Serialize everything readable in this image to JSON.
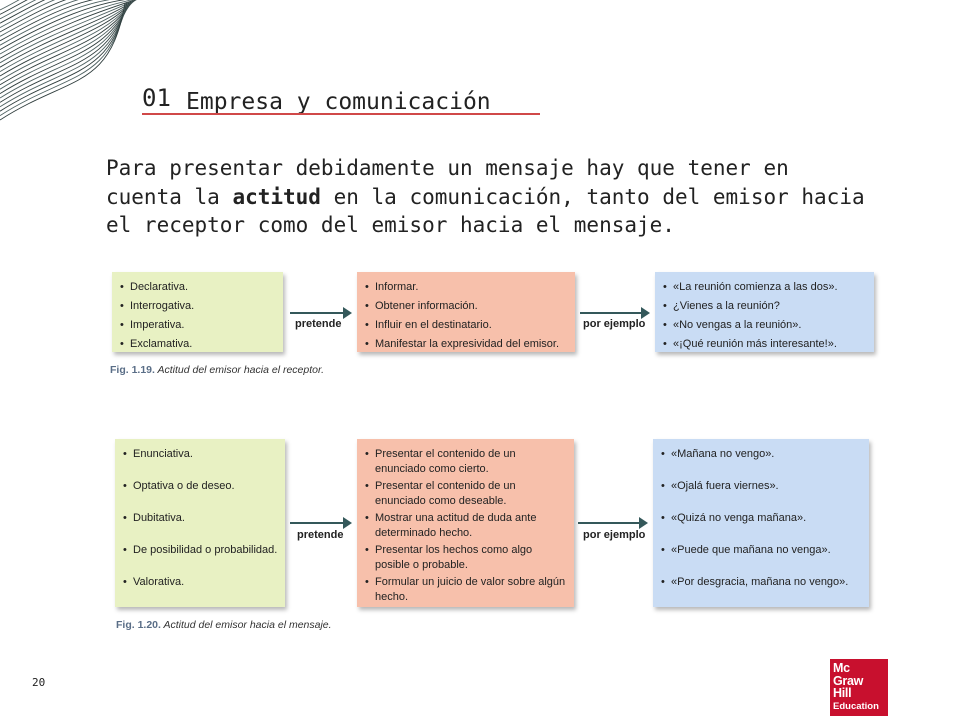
{
  "header": {
    "chapter_number": "01",
    "chapter_title": "Empresa y comunicación"
  },
  "intro": {
    "before": "Para presentar debidamente un mensaje hay que tener en cuenta la ",
    "bold": "actitud",
    "after": " en la comunicación, tanto del emisor hacia el receptor como del emisor hacia el mensaje."
  },
  "figure1": {
    "col1": [
      "Declarativa.",
      "Interrogativa.",
      "Imperativa.",
      "Exclamativa."
    ],
    "label1": "pretende",
    "col2": [
      "Informar.",
      "Obtener información.",
      "Influir en el destinatario.",
      "Manifestar la expresividad del emisor."
    ],
    "label2": "por ejemplo",
    "col3": [
      "«La reunión comienza a las dos».",
      "¿Vienes a la reunión?",
      "«No vengas a la reunión».",
      "«¡Qué reunión más interesante!»."
    ],
    "caption_num": "Fig. 1.19.",
    "caption_text": "Actitud del emisor hacia el receptor."
  },
  "figure2": {
    "col1": [
      "Enunciativa.",
      "Optativa o de deseo.",
      "Dubitativa.",
      "De posibilidad o probabilidad.",
      "Valorativa."
    ],
    "label1": "pretende",
    "col2": [
      "Presentar el contenido de un enunciado como cierto.",
      "Presentar el contenido de un enunciado como deseable.",
      "Mostrar una actitud de duda ante determinado hecho.",
      "Presentar los hechos como algo posible o probable.",
      "Formular un juicio de valor sobre algún hecho."
    ],
    "label2": "por ejemplo",
    "col3": [
      "«Mañana no vengo».",
      "«Ojalá fuera viernes».",
      "«Quizá no venga mañana».",
      "«Puede que mañana no venga».",
      "«Por desgracia, mañana no vengo»."
    ],
    "caption_num": "Fig. 1.20.",
    "caption_text": "Actitud del emisor hacia el mensaje."
  },
  "footer": {
    "page_number": "20",
    "logo": [
      "Mc",
      "Graw",
      "Hill",
      "Education"
    ]
  },
  "colors": {
    "accent_line": "#d04848",
    "green_box": "#e8f1c3",
    "salmon_box": "#f7c0ab",
    "blue_box": "#c9dcf4",
    "arrow": "#34585a",
    "logo_red": "#c8102e"
  }
}
